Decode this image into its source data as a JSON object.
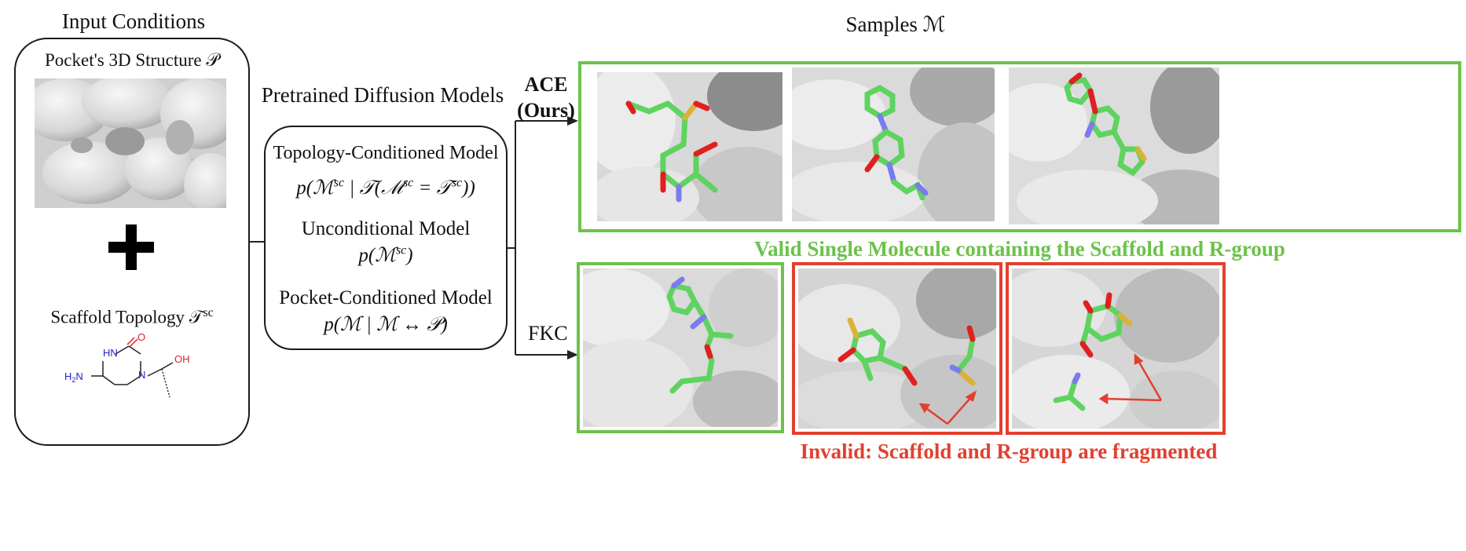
{
  "input": {
    "title": "Input Conditions",
    "pocket_label": "Pocket's 3D Structure 𝒫",
    "scaffold_label": "Scaffold Topology 𝒯",
    "scaffold_label_sup": "sc",
    "molecule": {
      "nh_top": "HN",
      "o_top": "O",
      "oh": "OH",
      "h2n": "H",
      "h2n_sub": "2",
      "h2n_n": "N",
      "n_ring": "N"
    }
  },
  "models": {
    "title": "Pretrained Diffusion Models",
    "topology_label": "Topology-Conditioned Model",
    "topology_formula": "p(ℳ",
    "topology_formula_sup": "sc",
    "topology_formula_mid": " | 𝒯(ℳ",
    "topology_formula_sup2": "sc",
    "topology_formula_mid2": " = 𝒯",
    "topology_formula_sup3": "sc",
    "topology_formula_end": "))",
    "unconditional_label": "Unconditional Model",
    "unconditional_formula": "p(ℳ",
    "unconditional_formula_sup": "sc",
    "unconditional_formula_end": ")",
    "pocket_label": "Pocket-Conditioned Model",
    "pocket_formula": "p(ℳ | ℳ ↔ 𝒫)"
  },
  "methods": {
    "ace_line1": "ACE",
    "ace_line2": "(Ours)",
    "fkc": "FKC"
  },
  "samples": {
    "title": "Samples ℳ",
    "valid_caption": "Valid Single Molecule containing the Scaffold and R-group",
    "invalid_caption": "Invalid: Scaffold and R-group are fragmented"
  },
  "colors": {
    "valid": "#6cc24a",
    "invalid": "#e2402f",
    "carbon": "#5fd35f",
    "oxygen": "#e02020",
    "nitrogen": "#7b7bf0",
    "sulfur": "#d9b23a",
    "surface": "#d8d8d8"
  }
}
